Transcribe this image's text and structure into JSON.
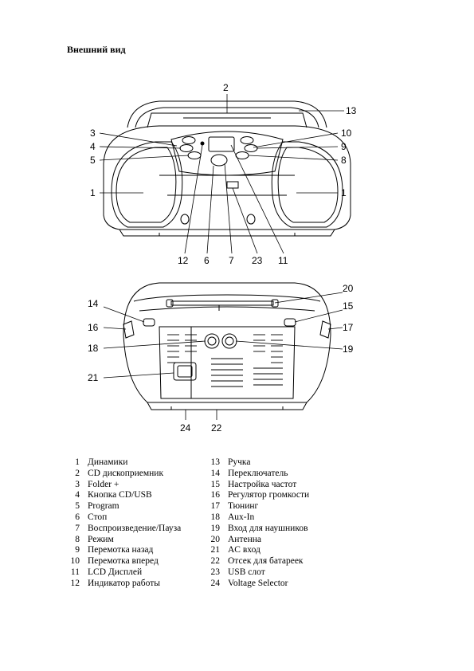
{
  "title": "Внешний вид",
  "front_callouts": [
    "2",
    "13",
    "3",
    "10",
    "4",
    "9",
    "5",
    "8",
    "1",
    "1",
    "12",
    "6",
    "7",
    "23",
    "11"
  ],
  "back_callouts": [
    "20",
    "14",
    "15",
    "16",
    "17",
    "18",
    "19",
    "21",
    "24",
    "22"
  ],
  "parts_left": [
    {
      "num": "1",
      "label": "Динамики"
    },
    {
      "num": "2",
      "label": "CD дископриемник"
    },
    {
      "num": "3",
      "label": "Folder +"
    },
    {
      "num": "4",
      "label": "Кнопка CD/USB"
    },
    {
      "num": "5",
      "label": "Program"
    },
    {
      "num": "6",
      "label": "Стоп"
    },
    {
      "num": "7",
      "label": "Воспроизведение/Пауза"
    },
    {
      "num": "8",
      "label": "Режим"
    },
    {
      "num": "9",
      "label": "Перемотка назад"
    },
    {
      "num": "10",
      "label": "Перемотка вперед"
    },
    {
      "num": "11",
      "label": "LCD Дисплей"
    },
    {
      "num": "12",
      "label": "Индикатор работы"
    }
  ],
  "parts_right": [
    {
      "num": "13",
      "label": "Ручка"
    },
    {
      "num": "14",
      "label": "Переключатель"
    },
    {
      "num": "15",
      "label": "Настройка частот"
    },
    {
      "num": "16",
      "label": "Регулятор громкости"
    },
    {
      "num": "17",
      "label": "Тюнинг"
    },
    {
      "num": "18",
      "label": "Aux-In"
    },
    {
      "num": "19",
      "label": "Вход для наушников"
    },
    {
      "num": "20",
      "label": "Антенна"
    },
    {
      "num": "21",
      "label": "AC вход"
    },
    {
      "num": "22",
      "label": "Отсек для батареек"
    },
    {
      "num": "23",
      "label": "USB слот"
    },
    {
      "num": "24",
      "label": "Voltage Selector"
    }
  ]
}
